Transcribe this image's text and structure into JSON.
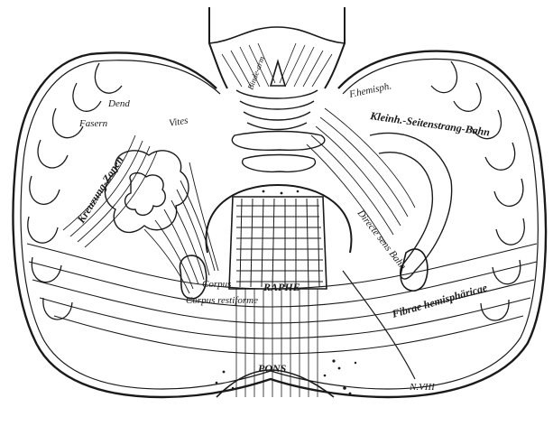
{
  "labels": {
    "dend": "Dend",
    "fasern": "Fasern",
    "kreuzungs_zonen": "Kreuzung-Zonen",
    "vites": "Vites",
    "corpus_restiforme": "Corpus restiforme",
    "raphe": "RAPHE",
    "pons": "PONS",
    "f_hemisph": "F.hemisph.",
    "kleinh_seitenstrang_bahn": "Kleinh.-Seitenstrang-Bahn",
    "directe_sens_bahn": "Directe sens Bahn",
    "fibrae_hemisphaericae": "Fibrae hemisphäricae",
    "n_viii": "N.VIII",
    "bindearm": "Binde-arm"
  },
  "colors": {
    "ink": "#1a1a1a",
    "paper": "#ffffff"
  }
}
